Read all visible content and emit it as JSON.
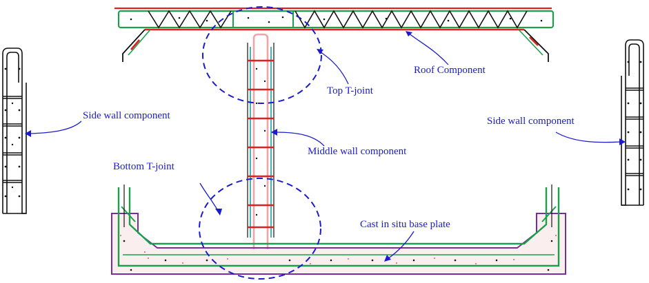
{
  "labels": {
    "roof_component": "Roof Component",
    "top_t_joint": "Top T-joint",
    "side_wall_left": "Side wall component",
    "side_wall_right": "Side wall component",
    "middle_wall_component": "Middle wall component",
    "bottom_t_joint": "Bottom T-joint",
    "cast_in_situ_base_plate": "Cast in situ base plate"
  },
  "colors": {
    "annotation": "#1a1ad0",
    "rebar_green": "#1aa04a",
    "rebar_red": "#e02020",
    "rebar_pink": "#f4a4a8",
    "base_outline": "#7a2a9a",
    "teal_bar": "#14a0a0",
    "outline": "#111111"
  }
}
